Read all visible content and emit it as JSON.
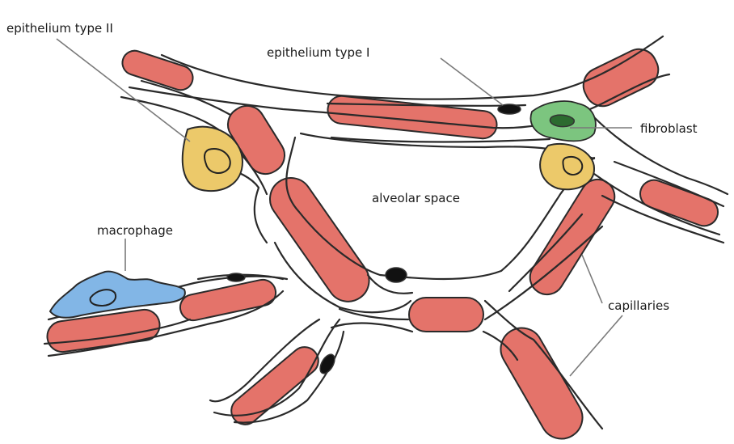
{
  "labels": {
    "epithelium_type_2": "epithelium type II",
    "epithelium_type_1": "epithelium type I",
    "fibroblast": "fibroblast",
    "alveolar_space": "alveolar space",
    "macrophage": "macrophage",
    "capillaries": "capillaries"
  },
  "colors": {
    "capillary_red": "#e4736a",
    "type2_yellow": "#ecc96a",
    "fibroblast_green": "#7cc57f",
    "macrophage_blue": "#82b6e6",
    "nucleus_black": "#111111"
  }
}
